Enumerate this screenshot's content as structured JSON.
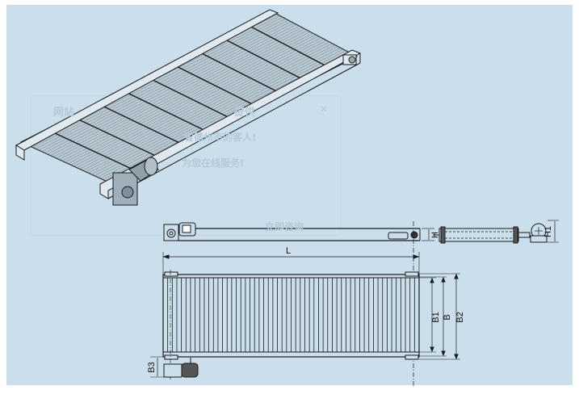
{
  "drawing": {
    "title": "Flat-top chain conveyor technical drawing",
    "dimensions": {
      "length": "L",
      "height": "H",
      "height_end": "H1",
      "inner_width": "B1",
      "width": "B",
      "outer_width": "B2",
      "motor_offset": "B3"
    },
    "slat_count_top_view": 56,
    "colors": {
      "background": "#cadfeb",
      "line": "#1a1a1a",
      "belt": "#b9c9d3"
    }
  },
  "watermark": {
    "brand": "网站",
    "provided": "提供",
    "greeting": "省德州市的客人!",
    "service": "为您在线服务!",
    "consult_button": "立即咨询"
  }
}
